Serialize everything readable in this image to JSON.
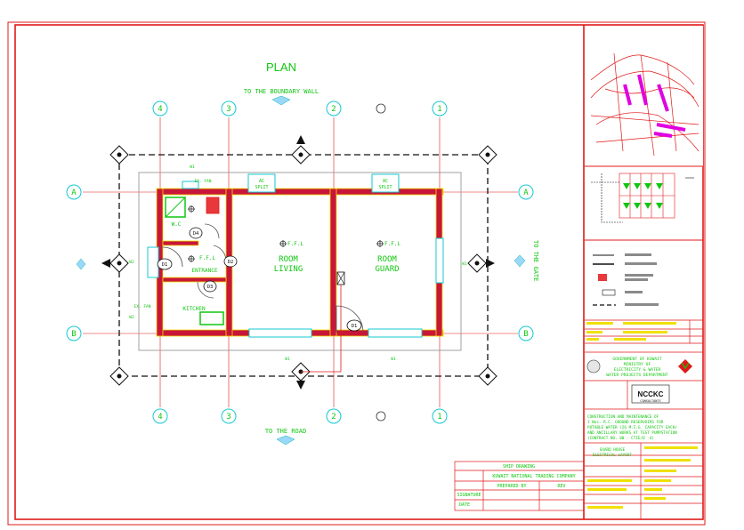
{
  "title": "PLAN",
  "top_label": "TO THE BOUNDARY WALL",
  "bottom_label": "TO THE ROAD",
  "right_label": "TO THE GATE",
  "grid_columns": [
    "4",
    "3",
    "2",
    "1"
  ],
  "grid_rows": [
    "A",
    "B"
  ],
  "rooms": {
    "living": [
      "ROOM",
      "LIVING"
    ],
    "guard": [
      "ROOM",
      "GUARD"
    ],
    "wc": "W.C",
    "entrance": "ENTRANCE",
    "kitchen": "KITCHEN"
  },
  "doors": [
    "D1",
    "D1",
    "D2",
    "D3",
    "D4"
  ],
  "ffl": "F.F.L",
  "ac": "AC",
  "misc_small": [
    "SPLIT",
    "SPLIT",
    "W1",
    "W1",
    "W1",
    "W1",
    "W1",
    "W2",
    "W2",
    "EX. FAN",
    "EX. FAN"
  ],
  "title_block": {
    "org_lines": [
      "GOVERNMENT OF KUWAIT",
      "MINISTRY OF",
      "ELECTRICITY & WATER",
      "WATER PROJECTS DEPARTMENT"
    ],
    "project_lines": [
      "CONSTRUCTION AND MAINTENANCE OF",
      "3 Nos. R.C. GROUND RESERVOIRS FOR",
      "POTABLE WATER (26 M.I.G. CAPACITY EACH)",
      "AND ANCILLARY WORKS AT TEST PUMPSTATION",
      "(CONTRACT NO. 00  -  CTIE/D -4)"
    ],
    "drawing_title": [
      "GUARD HOUSE",
      "ELECTRICAL LAYOUT"
    ],
    "logo": "NCCKC",
    "sub_logo": "CONSULTANTS"
  },
  "stamp": {
    "ship_drawing": "SHIP DRAWING",
    "company": "KUWAIT NATIONAL TRADING COMPANY",
    "prepared": "PREPARED BY",
    "rev": "REV",
    "signature": "SIGNATURE",
    "date": "DATE"
  },
  "colors": {
    "border": "#e01818",
    "wall": "#e01818",
    "wall_fill": "#c8163a",
    "dims": "#222222",
    "green_text": "#11c611",
    "cyan": "#16c8d0",
    "yellow": "#f0e000",
    "magenta": "#e000e0"
  }
}
